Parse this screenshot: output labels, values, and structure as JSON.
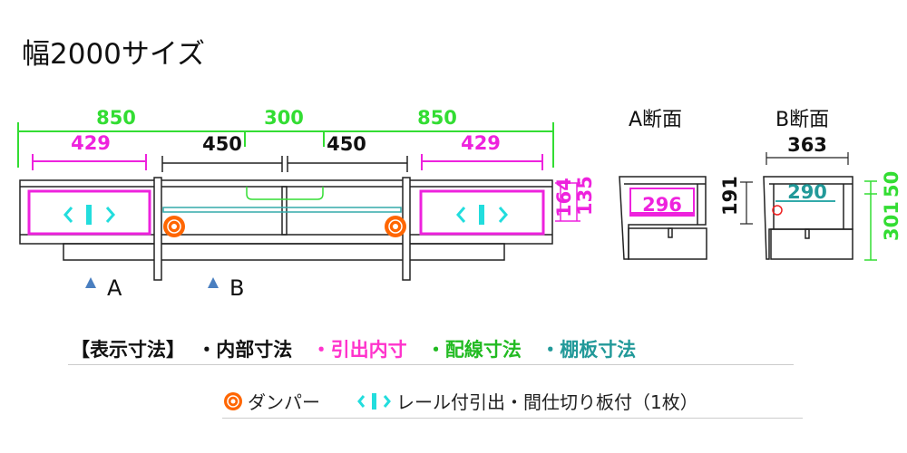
{
  "title": "幅2000サイズ",
  "front": {
    "wiring_dims": [
      "850",
      "300",
      "850"
    ],
    "drawer_dims": [
      "429",
      "429"
    ],
    "internal_dims": [
      "450",
      "450"
    ],
    "height_dims": [
      "164",
      "135"
    ],
    "markers": [
      "A",
      "B"
    ]
  },
  "section_a": {
    "title": "A断面",
    "drawer_width": "296"
  },
  "section_b": {
    "title": "B断面",
    "width": "363",
    "shelf": "290",
    "inner_height": "191",
    "wiring": [
      "50",
      "301"
    ]
  },
  "legend": {
    "header": "【表示寸法】",
    "items": [
      {
        "label": "・内部寸法",
        "color": "#111111"
      },
      {
        "label": "・引出内寸",
        "color": "#ff33cc"
      },
      {
        "label": "・配線寸法",
        "color": "#22bb22"
      },
      {
        "label": "・棚板寸法",
        "color": "#229999"
      }
    ],
    "damper": "ダンパー",
    "drawer_note": "レール付引出・間仕切り板付（1枚）"
  },
  "colors": {
    "wiring": "#33dd33",
    "drawer": "#ee22dd",
    "shelf": "#33aaaa",
    "damper": "#ff6600",
    "arrow": "#22dddd",
    "marker": "#4a7fc0"
  }
}
